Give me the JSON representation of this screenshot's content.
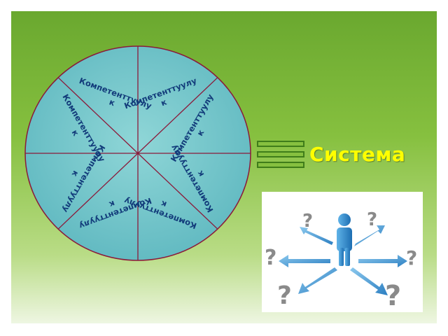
{
  "diagram": {
    "segments": [
      {
        "label": "Компетенттуулу\nк",
        "angle": 60
      },
      {
        "label": "Компетенттуулу\nк",
        "angle": 20
      },
      {
        "label": "Компетенттуулу\nк",
        "angle": -20
      },
      {
        "label": "Компетенттуулу\nк",
        "angle": -60
      },
      {
        "label": "Компетенттуулу\nк",
        "angle": -120
      },
      {
        "label": "Компетенттуулу\nк",
        "angle": -160
      },
      {
        "label": "Компетенттуулу\nк",
        "angle": 160
      },
      {
        "label": "Компетенттуулу\nк",
        "angle": 120
      }
    ],
    "equals_lines": 3,
    "result_label": "Система"
  },
  "colors": {
    "wedge_fill": "#76c6ca",
    "wedge_stroke": "#8b1a3a",
    "label_text": "#123b7a",
    "result_text": "#ffff00",
    "arrow": "#4a9fd8",
    "question_mark": "#8a8a8a"
  },
  "illustration": {
    "icons": [
      "person-icon",
      "question-mark-icon",
      "arrow-icon"
    ]
  }
}
